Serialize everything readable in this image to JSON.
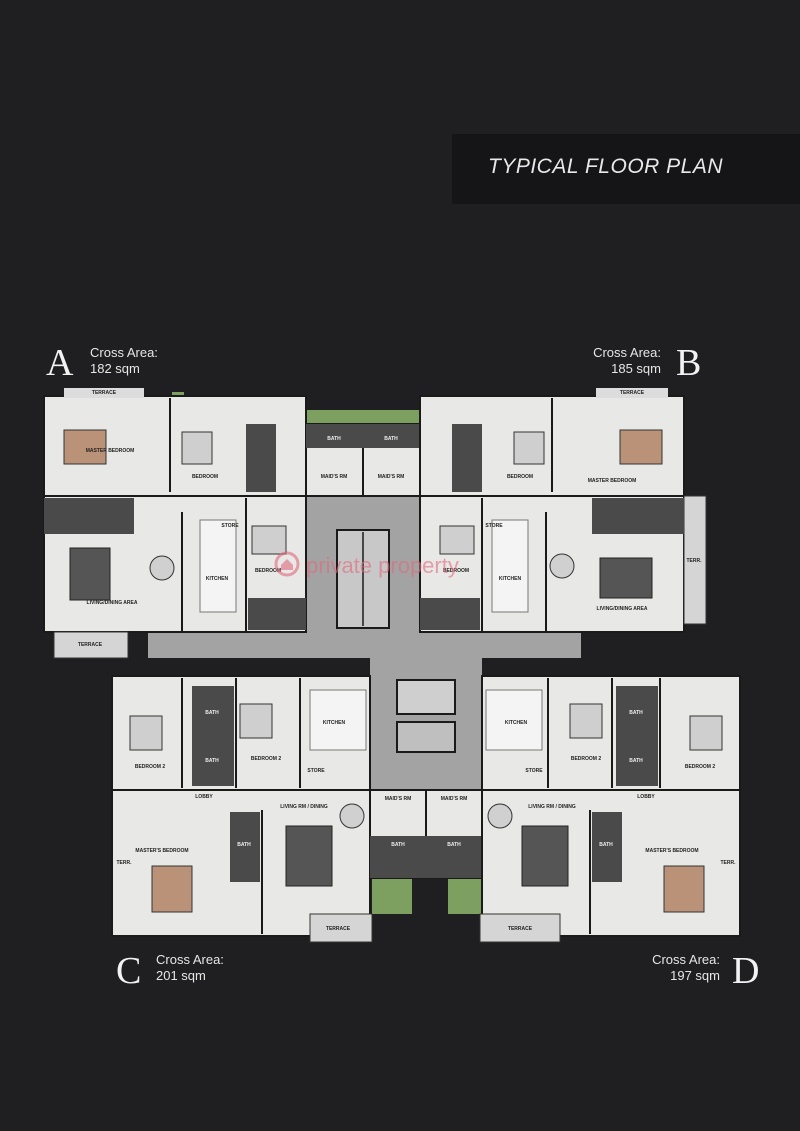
{
  "banner": {
    "title": "TYPICAL FLOOR PLAN"
  },
  "units": [
    {
      "id": "A",
      "area_label": "Cross Area:",
      "area_value": "182 sqm"
    },
    {
      "id": "B",
      "area_label": "Cross Area:",
      "area_value": "185 sqm"
    },
    {
      "id": "C",
      "area_label": "Cross Area:",
      "area_value": "201 sqm"
    },
    {
      "id": "D",
      "area_label": "Cross Area:",
      "area_value": "197 sqm"
    }
  ],
  "rooms": {
    "master_bedroom": "MASTER BEDROOM",
    "masters_bedroom": "MASTER'S BEDROOM",
    "bedroom": "BEDROOM",
    "bedroom_2": "BEDROOM 2",
    "bath": "BATH",
    "maids_rm": "MAID'S RM",
    "store": "STORE",
    "kitchen": "KITCHEN",
    "living_dining_area": "LIVING/DINING AREA",
    "living_rm_dining": "LIVING RM / DINING",
    "lobby": "LOBBY",
    "terrace": "TERRACE",
    "terr": "TERR."
  },
  "watermark": "private property",
  "colors": {
    "background": "#1f1f21",
    "banner": "#151517",
    "floor": "#e8e8e6",
    "corridor": "#a3a3a3",
    "wall": "#1a1a1a",
    "wet_room": "#4a4a4a",
    "planting": "#7da061"
  }
}
